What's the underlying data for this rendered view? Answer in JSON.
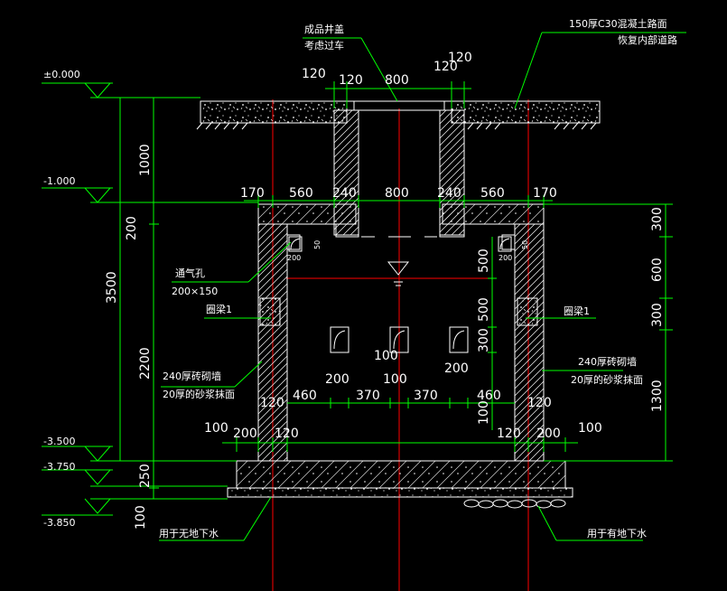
{
  "colors": {
    "background": "#000000",
    "dimension": "#00ff00",
    "axis": "#ff0000",
    "section": "#ffffff",
    "text": "#ffffff"
  },
  "labels": {
    "cover_line1": "成品井盖",
    "cover_line2": "考虑过车",
    "road_line1": "150厚C30混凝土路面",
    "road_line2": "恢复内部道路",
    "vent_line1": "通气孔",
    "vent_line2": "200×150",
    "ringbeam_left": "圈梁1",
    "ringbeam_right": "圈梁1",
    "wall_left_line1": "240厚砖砌墙",
    "wall_left_line2": "20厚的砂浆抹面",
    "wall_right_line1": "240厚砖砌墙",
    "wall_right_line2": "20厚的砂浆抹面",
    "note_no_groundwater": "用于无地下水",
    "note_groundwater": "用于有地下水"
  },
  "elevations": {
    "top": "±0.000",
    "e1": "-1.000",
    "e2": "-3.500",
    "e3": "-3.750",
    "e4": "-3.850"
  },
  "dims": {
    "top_120a": "120",
    "top_120b": "120",
    "top_800": "800",
    "top_120c": "120",
    "top_120d": "120",
    "row_170a": "170",
    "row_560a": "560",
    "row_240a": "240",
    "row_800": "800",
    "row_240b": "240",
    "row_560b": "560",
    "row_170b": "170",
    "left_1000": "1000",
    "left_200": "200",
    "left_3500": "3500",
    "left_2200": "2200",
    "left_250": "250",
    "left_100": "100",
    "right_300a": "300",
    "right_600": "600",
    "right_300b": "300",
    "right_1300": "1300",
    "inner_500a": "500",
    "inner_500b": "500",
    "inner_300": "300",
    "inner_100": "100",
    "hole_200a": "200",
    "hole_100": "100",
    "hole_200b": "200",
    "hole_100b": "100",
    "bot_120a": "120",
    "bot_460a": "460",
    "bot_370a": "370",
    "bot_370b": "370",
    "bot_460b": "460",
    "bot_120b": "120",
    "base_100a": "100",
    "base_200a": "200",
    "base_120a": "120",
    "base_120b": "120",
    "base_200b": "200",
    "base_100b": "100",
    "small_50a": "50",
    "small_200a": "200",
    "small_50b": "50",
    "small_200b": "200"
  }
}
